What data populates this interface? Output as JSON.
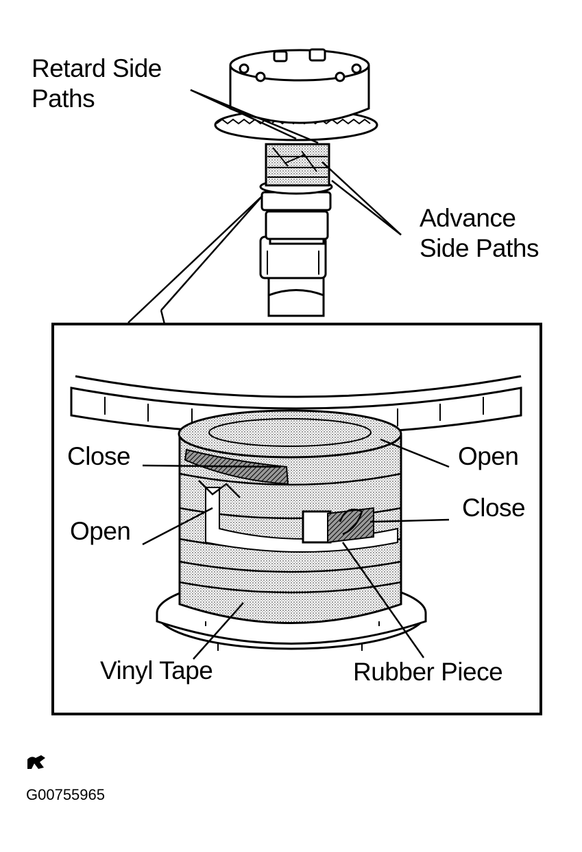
{
  "labels": {
    "retard_side_paths": "Retard Side\nPaths",
    "advance_side_paths": "Advance\nSide Paths",
    "close_left": "Close",
    "open_right": "Open",
    "close_right": "Close",
    "open_left": "Open",
    "vinyl_tape": "Vinyl Tape",
    "rubber_piece": "Rubber Piece"
  },
  "figure_id": "G00755965",
  "colors": {
    "ink": "#000000",
    "paper": "#ffffff",
    "stipple": "#bdbdbd"
  },
  "icons": {
    "corner_mark": "publisher-logo-icon"
  }
}
